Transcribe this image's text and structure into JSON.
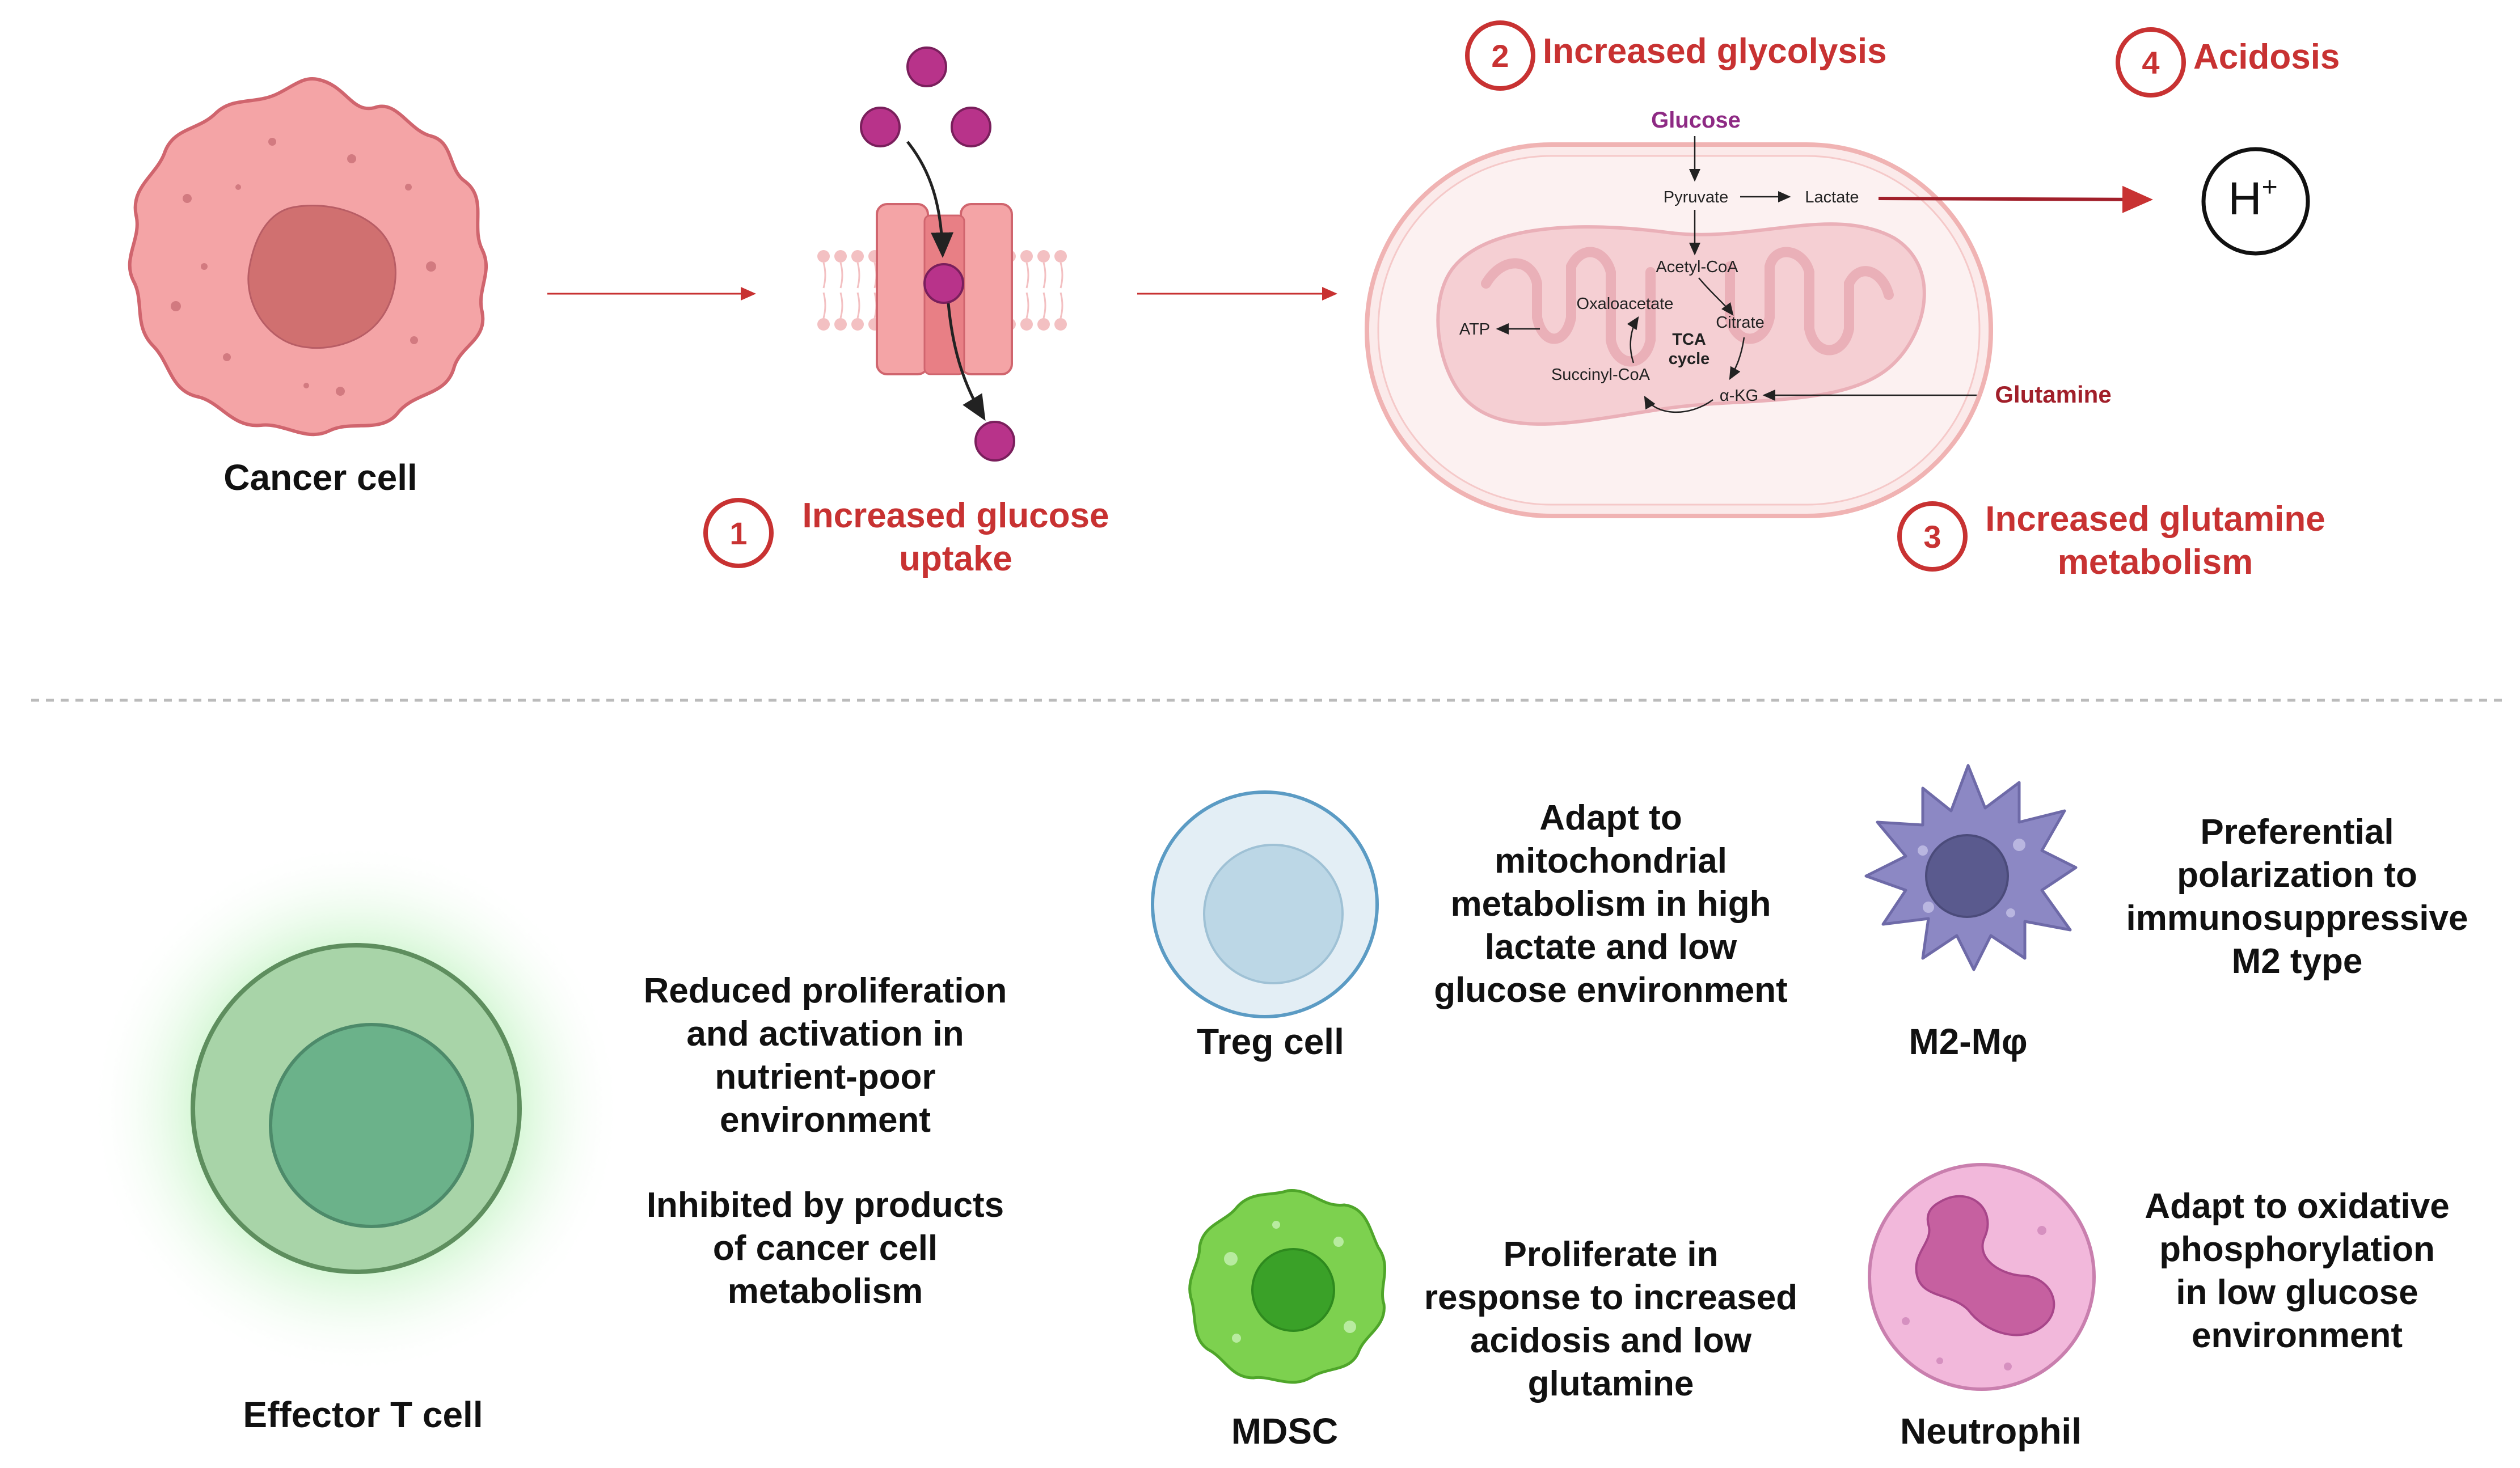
{
  "colors": {
    "accent_red": "#c83232",
    "dark_red": "#a11f2a",
    "magenta": "#b8338a",
    "purple_text": "#8e2a84",
    "dashed_line": "#bbbbbb"
  },
  "top": {
    "cancer_cell_label": "Cancer cell",
    "step1": {
      "num": "1",
      "text": "Increased glucose\nuptake"
    },
    "step2": {
      "num": "2",
      "text": "Increased glycolysis"
    },
    "step3": {
      "num": "3",
      "text": "Increased glutamine\nmetabolism"
    },
    "step4": {
      "num": "4",
      "text": "Acidosis"
    },
    "proton": {
      "base": "H",
      "sup": "+"
    },
    "pathway": {
      "glucose": "Glucose",
      "pyruvate": "Pyruvate",
      "lactate": "Lactate",
      "acetyl_coa": "Acetyl-CoA",
      "citrate": "Citrate",
      "oxaloacetate": "Oxaloacetate",
      "tca_line1": "TCA",
      "tca_line2": "cycle",
      "akg": "α-KG",
      "succinyl_coa": "Succinyl-CoA",
      "atp": "ATP",
      "glutamine": "Glutamine"
    }
  },
  "bottom": {
    "effector": {
      "label": "Effector T cell",
      "desc1": "Reduced proliferation\nand activation in\nnutrient-poor\nenvironment",
      "desc2": "Inhibited by products\nof cancer cell\nmetabolism"
    },
    "treg": {
      "label": "Treg cell",
      "desc": "Adapt to\nmitochondrial\nmetabolism in high\nlactate and low\nglucose environment"
    },
    "m2": {
      "label": "M2-Mφ",
      "desc": "Preferential\npolarization to\nimmunosuppressive\nM2 type"
    },
    "mdsc": {
      "label": "MDSC",
      "desc": "Proliferate in\nresponse to increased\nacidosis and low\nglutamine"
    },
    "neutrophil": {
      "label": "Neutrophil",
      "desc": "Adapt to oxidative\nphosphorylation\nin low glucose\nenvironment"
    }
  }
}
